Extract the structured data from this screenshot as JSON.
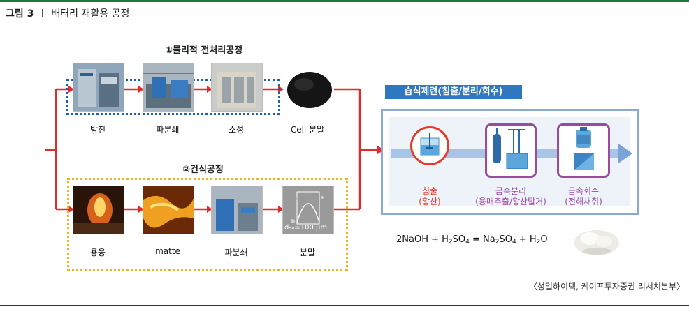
{
  "header": {
    "figure_label": "그림 3",
    "title": "배터리 재활용 공정"
  },
  "sections": {
    "physical": "①물리적 전처리공정",
    "dry": "②건식공정",
    "wet": "습식제련(침출/분리/회수)"
  },
  "top_row": [
    {
      "caption": "방전"
    },
    {
      "caption": "파분쇄"
    },
    {
      "caption": "소성"
    },
    {
      "caption": "Cell 분말"
    }
  ],
  "bottom_row": [
    {
      "caption": "용융"
    },
    {
      "caption": "matte"
    },
    {
      "caption": "파분쇄"
    },
    {
      "caption": "분말"
    }
  ],
  "powder_scale": "d₅₀=100 μm",
  "wet_steps": [
    {
      "line1": "침출",
      "line2": "(황산)"
    },
    {
      "line1": "금속분리",
      "line2": "(용매추출/황산탈거)"
    },
    {
      "line1": "금속회수",
      "line2": "(전해채취)"
    }
  ],
  "formula": {
    "a": "2NaOH + H",
    "a_sub": "2",
    "b": "SO",
    "b_sub": "4",
    "c": " = Na",
    "c_sub": "2",
    "d": "SO",
    "d_sub": "4",
    "e": " + H",
    "e_sub": "2",
    "f": "O"
  },
  "source": "〈성일하이텍, 케이프투자증권 리서치본부〉",
  "colors": {
    "arrow_red": "#e32b2b",
    "blue_dots": "#1f61a8",
    "yellow_dots": "#f2b418",
    "wet_header": "#2f77bf",
    "purple": "#9a4a9f",
    "green_rule": "#1d7a3d"
  }
}
